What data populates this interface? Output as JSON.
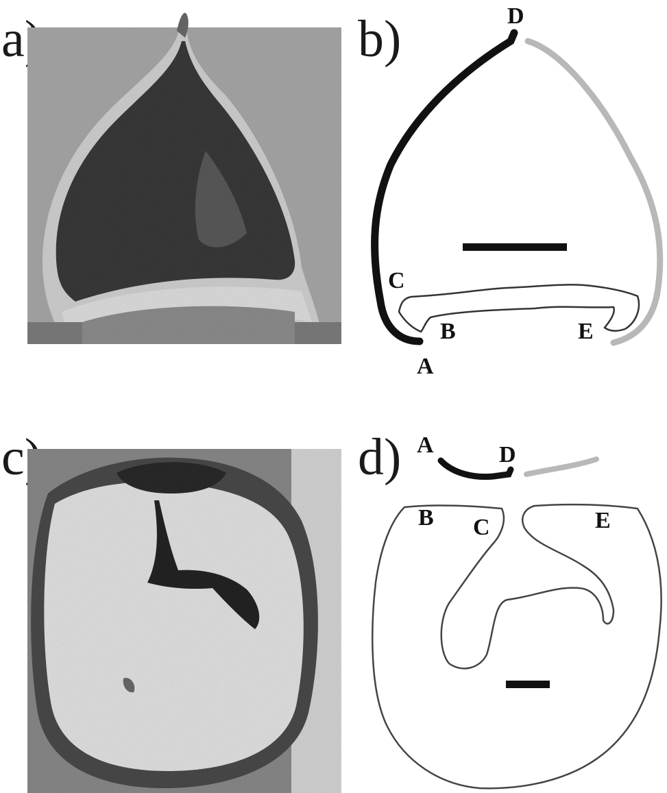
{
  "panels": {
    "a": {
      "label": "a)"
    },
    "b": {
      "label": "b)",
      "points": {
        "A": "A",
        "B": "B",
        "C": "C",
        "D": "D",
        "E": "E"
      }
    },
    "c": {
      "label": "c)"
    },
    "d": {
      "label": "d)",
      "points": {
        "A": "A",
        "B": "B",
        "C": "C",
        "D": "D",
        "E": "E"
      }
    }
  },
  "colors": {
    "ink": "#111111",
    "grey_outline": "#b8b8b8",
    "photo_dark": "#2b2b2b",
    "photo_mid": "#6a6a6a",
    "photo_light": "#c9c9c9"
  }
}
